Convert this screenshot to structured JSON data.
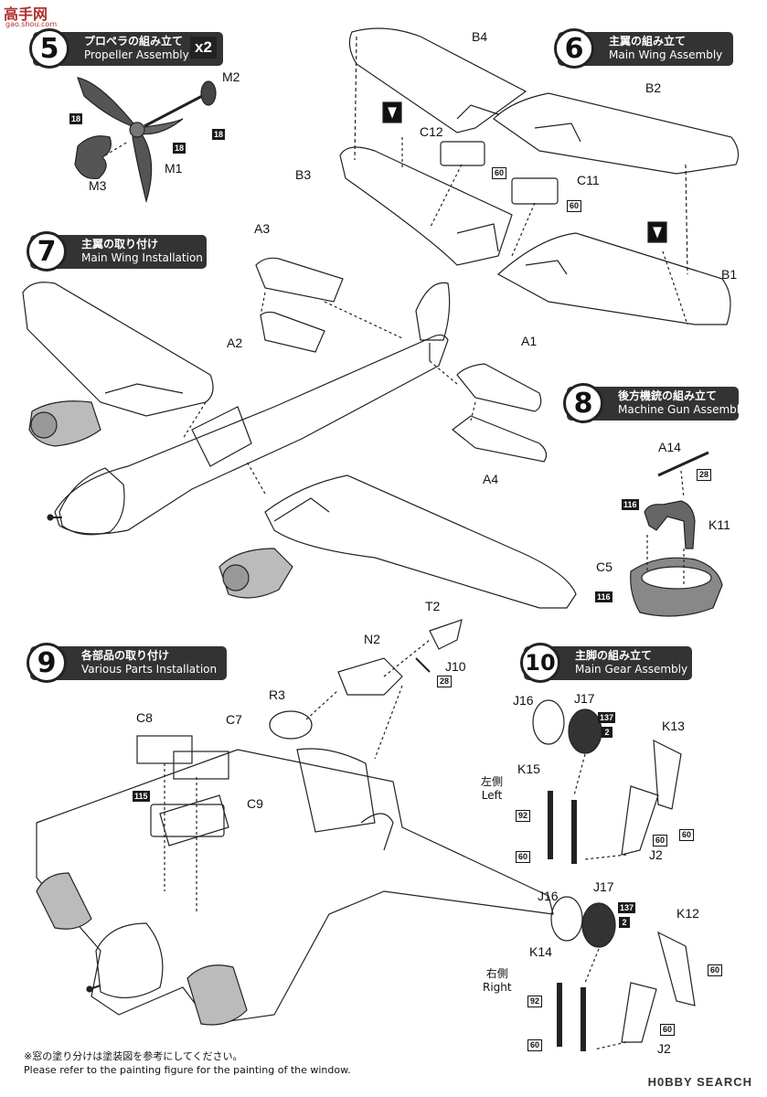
{
  "watermark": {
    "main": "高手网",
    "sub": "gao.shou.com"
  },
  "sections": {
    "s5": {
      "num": "5",
      "jp": "プロペラの組み立て",
      "en": "Propeller Assembly",
      "mult": "x2"
    },
    "s6": {
      "num": "6",
      "jp": "主翼の組み立て",
      "en": "Main Wing Assembly"
    },
    "s7": {
      "num": "7",
      "jp": "主翼の取り付け",
      "en": "Main Wing Installation"
    },
    "s8": {
      "num": "8",
      "jp": "後方機銃の組み立て",
      "en": "Machine Gun Assembly"
    },
    "s9": {
      "num": "9",
      "jp": "各部品の取り付け",
      "en": "Various Parts Installation"
    },
    "s10": {
      "num": "10",
      "jp": "主脚の組み立て",
      "en": "Main Gear Assembly"
    }
  },
  "parts": {
    "M2": "M2",
    "M1": "M1",
    "M3": "M3",
    "B4": "B4",
    "B2": "B2",
    "B3": "B3",
    "B1": "B1",
    "C12": "C12",
    "C11": "C11",
    "A3": "A3",
    "A2": "A2",
    "A1": "A1",
    "A4": "A4",
    "A14": "A14",
    "K11": "K11",
    "C5": "C5",
    "T2": "T2",
    "N2": "N2",
    "J10": "J10",
    "R3": "R3",
    "C8": "C8",
    "C7": "C7",
    "C9": "C9",
    "J16a": "J16",
    "J17a": "J17",
    "K13": "K13",
    "K15": "K15",
    "J2a": "J2",
    "J16b": "J16",
    "J17b": "J17",
    "K12": "K12",
    "K14": "K14",
    "J2b": "J2"
  },
  "colors": {
    "c18": "18",
    "c60": "60",
    "c28": "28",
    "c116": "116",
    "c115": "115",
    "c92": "92",
    "c137": "137",
    "c2": "2"
  },
  "sides": {
    "left_jp": "左側",
    "left_en": "Left",
    "right_jp": "右側",
    "right_en": "Right"
  },
  "footer": {
    "note_jp": "※窓の塗り分けは塗装図を参考にしてください。",
    "note_en": "Please refer to the painting figure for the painting of the window.",
    "brand": "H0BBY SEARCH"
  }
}
